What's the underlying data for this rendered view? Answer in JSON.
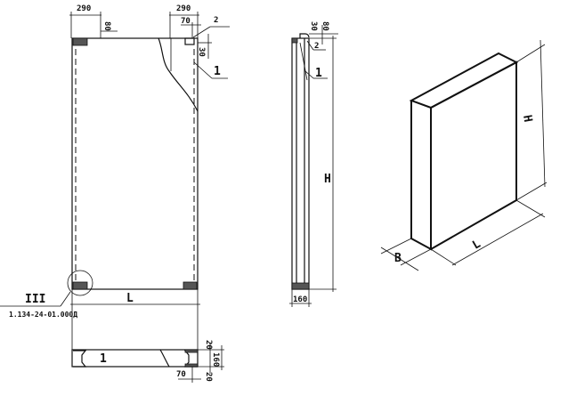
{
  "front_view": {
    "dim_left_width": "290",
    "dim_left_height": "80",
    "dim_right_width": "290",
    "dim_right_inner": "70",
    "dim_right_height": "30",
    "callout_2": "2",
    "callout_1": "1",
    "length_label": "L",
    "detail_mark": "III",
    "detail_ref": "1.134-24-01.000Д"
  },
  "bottom_view": {
    "dim_top": "20",
    "dim_thickness": "160",
    "dim_bottom": "20",
    "dim_width": "70",
    "callout_1": "1"
  },
  "side_view": {
    "dim_30": "30",
    "dim_80": "80",
    "callout_2": "2",
    "callout_1": "1",
    "height_label": "H",
    "dim_thickness": "160"
  },
  "iso_view": {
    "height_label": "H",
    "length_label": "L",
    "thickness_label": "B"
  }
}
